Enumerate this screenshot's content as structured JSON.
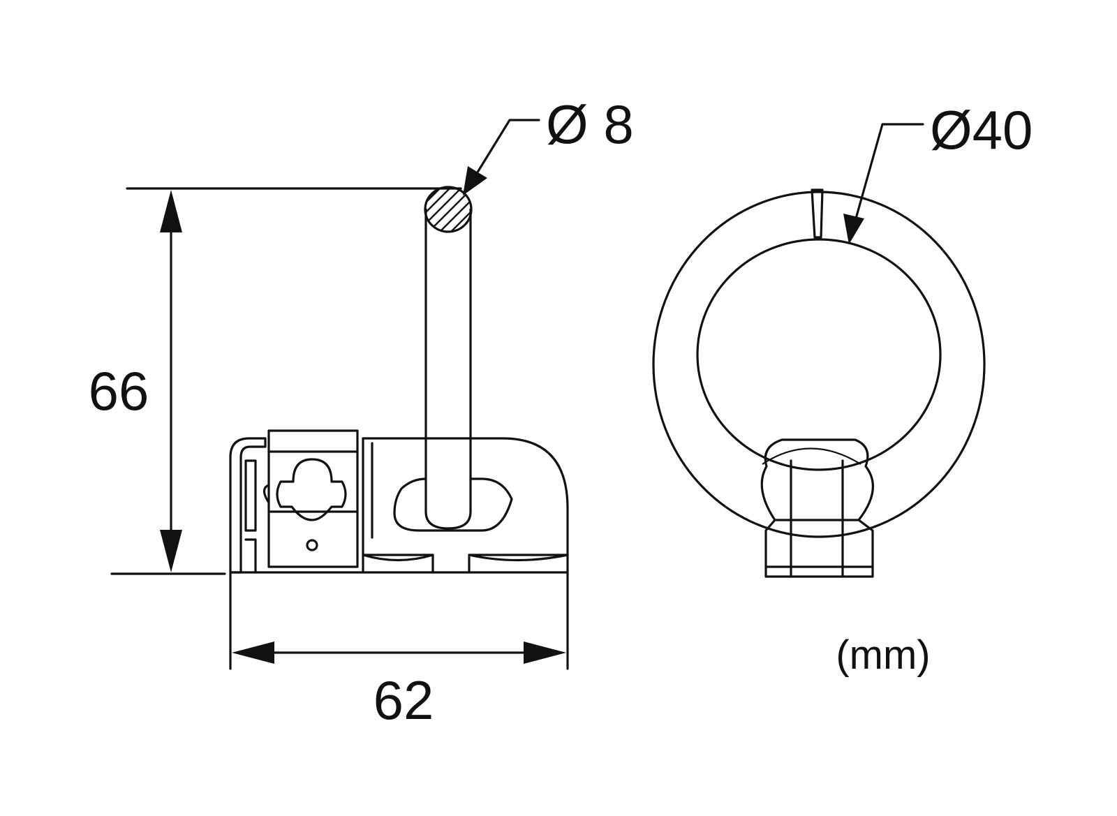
{
  "dimensions": {
    "height": "66",
    "width": "62",
    "rod_diameter": "Ø 8",
    "ring_diameter": "Ø40"
  },
  "units": "(mm)",
  "colors": {
    "line": "#111111",
    "background": "#ffffff"
  }
}
